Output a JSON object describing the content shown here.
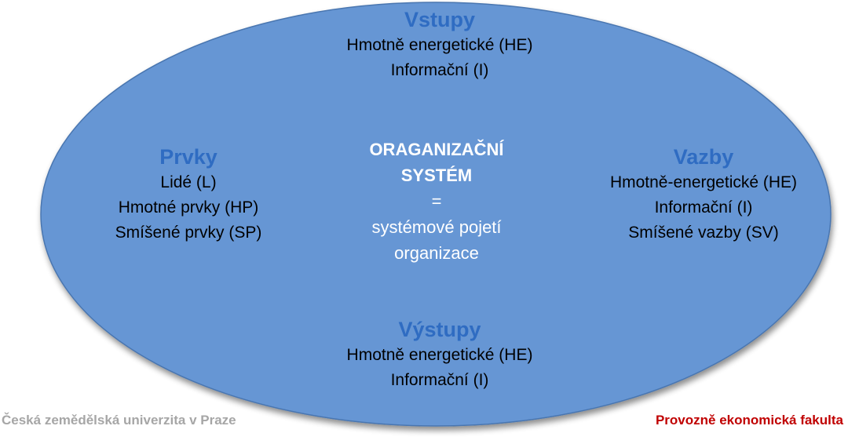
{
  "colors": {
    "ellipse_fill": "#6696d4",
    "ellipse_stroke": "#4a76b0",
    "heading": "#2f6cc2",
    "footer_left": "#a6a6a6",
    "footer_right": "#c00000"
  },
  "inputs": {
    "heading": "Vstupy",
    "lines": [
      "Hmotně energetické (HE)",
      "Informační (I)"
    ]
  },
  "elements": {
    "heading": "Prvky",
    "lines": [
      "Lidé (L)",
      "Hmotné prvky (HP)",
      "Smíšené prvky (SP)"
    ]
  },
  "center": {
    "title1": "ORAGANIZAČNÍ",
    "title2": "SYSTÉM",
    "eq": "=",
    "line1": "systémové pojetí",
    "line2": "organizace"
  },
  "links": {
    "heading": "Vazby",
    "lines": [
      "Hmotně-energetické (HE)",
      "Informační (I)",
      "Smíšené vazby (SV)"
    ]
  },
  "outputs": {
    "heading": "Výstupy",
    "lines": [
      "Hmotně energetické (HE)",
      "Informační (I)"
    ]
  },
  "footer": {
    "left": "Česká zemědělská univerzita v Praze",
    "right": "Provozně ekonomická fakulta"
  }
}
